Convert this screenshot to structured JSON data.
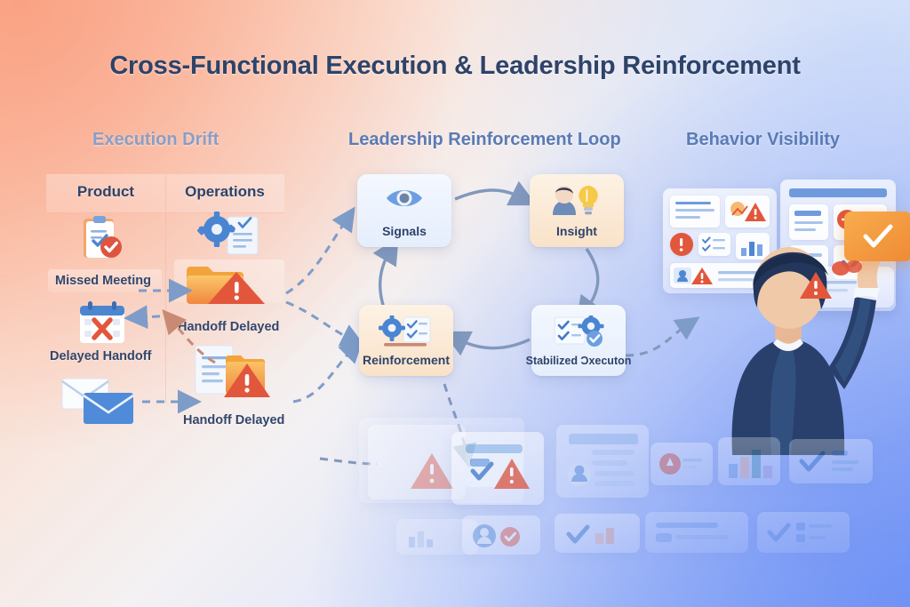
{
  "title": "Cross-Functional Execution & Leadership Reinforcement",
  "colors": {
    "title_text": "#2e4369",
    "section_heading": "#5a7bb5",
    "accent_orange": "#f0913f",
    "alert_red": "#e2563c",
    "node_blue": "#e5eefc",
    "node_peach": "#f9e2c9",
    "arrow_blue": "#7e9cc8",
    "bg_start": "#fbc3a8",
    "bg_end": "#93aef4"
  },
  "sections": {
    "drift": {
      "heading": "Execution Drift"
    },
    "loop": {
      "heading": "Leadership Reinforcement Loop"
    },
    "behavior": {
      "heading": "Behavior Visibility"
    }
  },
  "drift_table": {
    "columns": [
      {
        "label": "Product"
      },
      {
        "label": "Operations"
      }
    ],
    "rows": [
      {
        "product": {
          "label": "Missed Meeting",
          "icon": "clipboard-check-icon"
        },
        "operations": {
          "label": "Handoff Delayed",
          "icon": "folder-warning-icon"
        }
      },
      {
        "product": {
          "label": "Delayed Handoff",
          "icon": "calendar-x-icon"
        },
        "operations": {
          "label": "Handoff Delayed",
          "icon": "document-folder-warning-icon"
        }
      },
      {
        "product": {
          "label": "",
          "icon": "envelopes-icon"
        },
        "operations": {
          "label": "",
          "icon": ""
        }
      }
    ],
    "header_operations_icon": "gear-document-icon"
  },
  "loop_nodes": [
    {
      "id": "signals",
      "label": "Signals",
      "icon": "eye-icon",
      "style": "blue"
    },
    {
      "id": "insight",
      "label": "Insight",
      "icon": "person-lightbulb-icon",
      "style": "peach"
    },
    {
      "id": "reinforcement",
      "label": "Reinforcement",
      "icon": "gear-checklist-icon",
      "style": "peach"
    },
    {
      "id": "stabilized",
      "label": "Stabilized Ɔxecuton",
      "icon": "checklist-gear-icon",
      "style": "blue"
    }
  ],
  "loop_arrows": [
    {
      "from": "signals",
      "to": "insight",
      "style": "solid"
    },
    {
      "from": "insight",
      "to": "stabilized",
      "style": "solid"
    },
    {
      "from": "stabilized",
      "to": "reinforcement",
      "style": "solid"
    },
    {
      "from": "reinforcement",
      "to": "signals",
      "style": "solid"
    }
  ],
  "drift_arrows": [
    {
      "style": "dashed",
      "color": "#7e9cc8"
    },
    {
      "style": "dashed",
      "color": "#7e9cc8"
    },
    {
      "style": "dashed",
      "color": "#7e9cc8"
    },
    {
      "style": "dashed",
      "color": "#c98a74"
    }
  ],
  "behavior_panels": [
    {
      "id": "panel-left",
      "tiles": [
        "text-lines-tile",
        "warning-badge-tile",
        "alert-circle-tile",
        "checklist-tile",
        "bar-chart-tile",
        "avatar-alert-tile"
      ]
    },
    {
      "id": "panel-right",
      "tiles": [
        "header-bar-tile",
        "text-block-tile",
        "arrow-badge-tile",
        "list-tile",
        "check-tile",
        "alert-row-tile",
        "avatar-row-tile"
      ]
    }
  ],
  "figure": {
    "name": "person-pointing",
    "badge": "orange-check-badge"
  },
  "bottom_cards": [
    {
      "id": "card-warning-left",
      "icon": "warning-triangle-icon"
    },
    {
      "id": "card-check-warning",
      "icon": "check-warning-icon"
    },
    {
      "id": "card-avatar",
      "icon": "avatar-icon"
    },
    {
      "id": "card-alert-round",
      "icon": "alert-round-icon"
    },
    {
      "id": "card-bar-chart",
      "icon": "bar-chart-icon"
    },
    {
      "id": "card-check-list",
      "icon": "check-list-icon"
    },
    {
      "id": "card-bar-small",
      "icon": "bar-small-icon"
    },
    {
      "id": "card-avatar-check",
      "icon": "avatar-check-icon"
    },
    {
      "id": "card-check-bar",
      "icon": "check-bar-icon"
    },
    {
      "id": "card-text-lines",
      "icon": "text-lines-icon"
    },
    {
      "id": "card-check-right",
      "icon": "check-right-icon"
    }
  ]
}
